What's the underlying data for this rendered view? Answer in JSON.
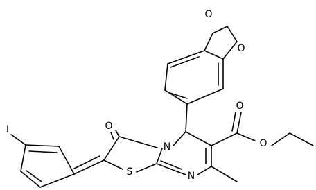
{
  "structure": {
    "atoms": {
      "o_top_left": "O",
      "o_top_right": "O",
      "o_carbonyl": "O",
      "o_ester_carbonyl": "O",
      "o_ester": "O",
      "nitrogen_ring": "N",
      "nitrogen_imine": "N",
      "sulfur": "S",
      "iodine": "I"
    },
    "bond_color": "#000000",
    "background_color": "#ffffff"
  }
}
